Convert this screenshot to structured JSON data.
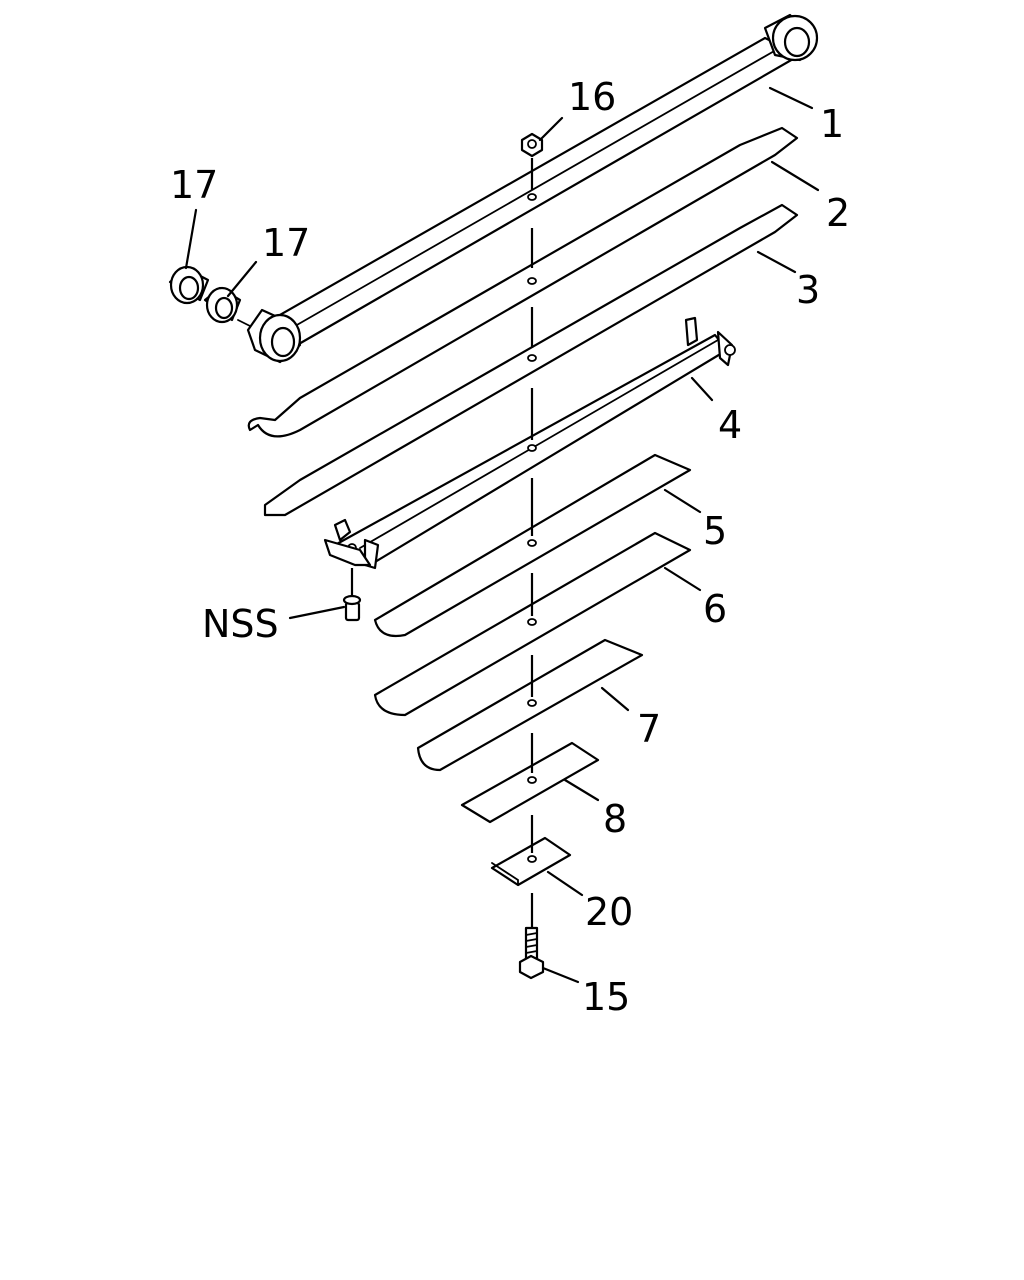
{
  "callouts": {
    "c1": "1",
    "c2": "2",
    "c3": "3",
    "c4": "4",
    "c5": "5",
    "c6": "6",
    "c7": "7",
    "c8": "8",
    "c15": "15",
    "c16": "16",
    "c17a": "17",
    "c17b": "17",
    "c20": "20",
    "nss": "NSS"
  }
}
